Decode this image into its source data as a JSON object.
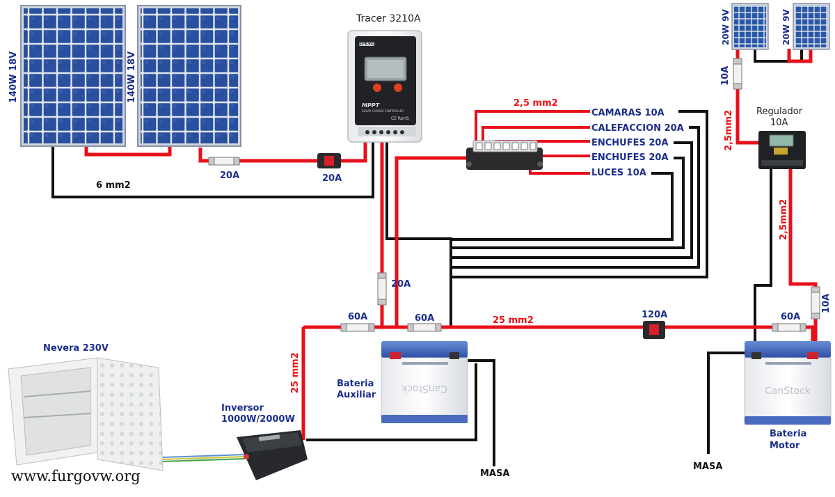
{
  "panels": {
    "left_panel_label": "140W 18V",
    "right_panel_label": "140W 18V",
    "small_panel_1_label": "20W 9V",
    "small_panel_2_label": "20W 9V"
  },
  "controller": {
    "title": "Tracer 3210A",
    "brand": "EPEVER",
    "model": "MPPT",
    "sub": "SOLAR CHARGE CONTROLLER",
    "ce": "CE RoHS"
  },
  "regulator": {
    "line1": "Regulador",
    "line2": "10A"
  },
  "wires": {
    "panel_gauge": "6 mm2",
    "circuits_gauge": "2,5 mm2",
    "main_gauge": "25 mm2",
    "inverter_gauge": "25 mm2",
    "reg_in_gauge": "2,5mm2",
    "reg_out_gauge": "2,5mm2"
  },
  "fuses": {
    "panel_fuse": "20A",
    "panel_breaker": "20A",
    "controller_batt_fuse": "20A",
    "inverter_fuse": "60A",
    "aux_fuse": "60A",
    "breaker_main": "120A",
    "motor_fuse": "60A",
    "small_panel_fuse": "10A",
    "reg_batt_fuse": "10A"
  },
  "circuits": [
    "CAMARAS 10A",
    "CALEFACCION 20A",
    "ENCHUFES 20A",
    "ENCHUFES 20A",
    "LUCES 10A"
  ],
  "batteries": {
    "aux_line1": "Bateria",
    "aux_line2": "Auxiliar",
    "motor_line1": "Bateria",
    "motor_line2": "Motor",
    "stock": "CanStock"
  },
  "inverter": {
    "line1": "Inversor",
    "line2": "1000W/2000W"
  },
  "fridge": {
    "label": "Nevera 230V"
  },
  "ground": {
    "left": "MASA",
    "right": "MASA"
  },
  "footer": {
    "url": "www.furgovw.org"
  },
  "colors": {
    "positive_wire": "#e8101a",
    "negative_wire": "#111111",
    "label_blue": "#1c2f8a",
    "panel_cell": "#2a4f9e"
  }
}
